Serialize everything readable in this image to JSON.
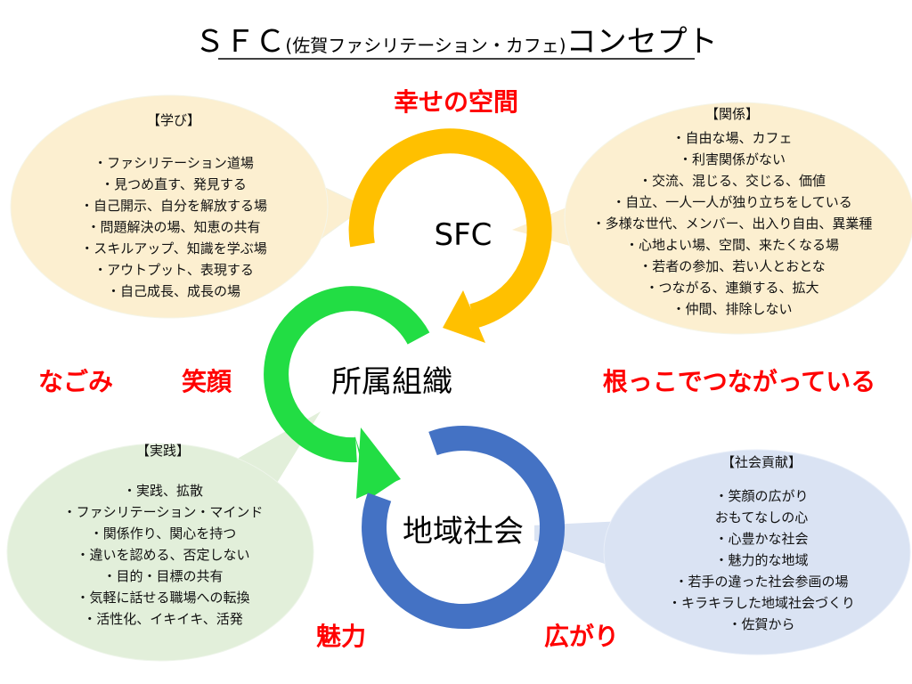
{
  "title": {
    "main": "ＳＦＣ",
    "sub": "(佐賀ファシリテーション・カフェ)",
    "suffix": "コンセプト"
  },
  "colors": {
    "yellow": "#ffc000",
    "green": "#22dd44",
    "blue": "#4472c4",
    "red": "#ff0000",
    "bubble_yellow": "#fcefd0",
    "bubble_green": "#e2efda",
    "bubble_blue": "#dae3f3"
  },
  "circles": {
    "sfc": "SFC",
    "org": "所属組織",
    "community": "地域社会"
  },
  "keywords": {
    "happiness": "幸せの空間",
    "nagomi": "なごみ",
    "smile": "笑顔",
    "roots": "根っこでつながっている",
    "charm": "魅力",
    "spread": "広がり"
  },
  "bubbles": {
    "learning": {
      "heading": "【学び】",
      "items": [
        "・ファシリテーション道場",
        "・見つめ直す、発見する",
        "・自己開示、自分を解放する場",
        "・問題解決の場、知恵の共有",
        "・スキルアップ、知識を学ぶ場",
        "・アウトプット、表現する",
        "・自己成長、成長の場"
      ]
    },
    "relation": {
      "heading": "【関係】",
      "items": [
        "・自由な場、カフェ",
        "・利害関係がない",
        "・交流、混じる、交じる、価値",
        "・自立、一人一人が独り立ちをしている",
        "・多様な世代、メンバー、出入り自由、異業種",
        "・心地よい場、空間、来たくなる場",
        "・若者の参加、若い人とおとな",
        "・つながる、連鎖する、拡大",
        "・仲間、排除しない"
      ]
    },
    "practice": {
      "heading": "【実践】",
      "items": [
        "・実践、拡散",
        "・ファシリテーション・マインド",
        "・関係作り、関心を持つ",
        "・違いを認める、否定しない",
        "・目的・目標の共有",
        "・気軽に話せる職場への転換",
        "・活性化、イキイキ、活発"
      ]
    },
    "contribution": {
      "heading": "【社会貢献】",
      "items": [
        "・笑顔の広がり",
        "おもてなしの心",
        "・心豊かな社会",
        "・魅力的な地域",
        "・若手の違った社会参画の場",
        "・キラキラした地域社会づくり",
        "・佐賀から"
      ]
    }
  }
}
